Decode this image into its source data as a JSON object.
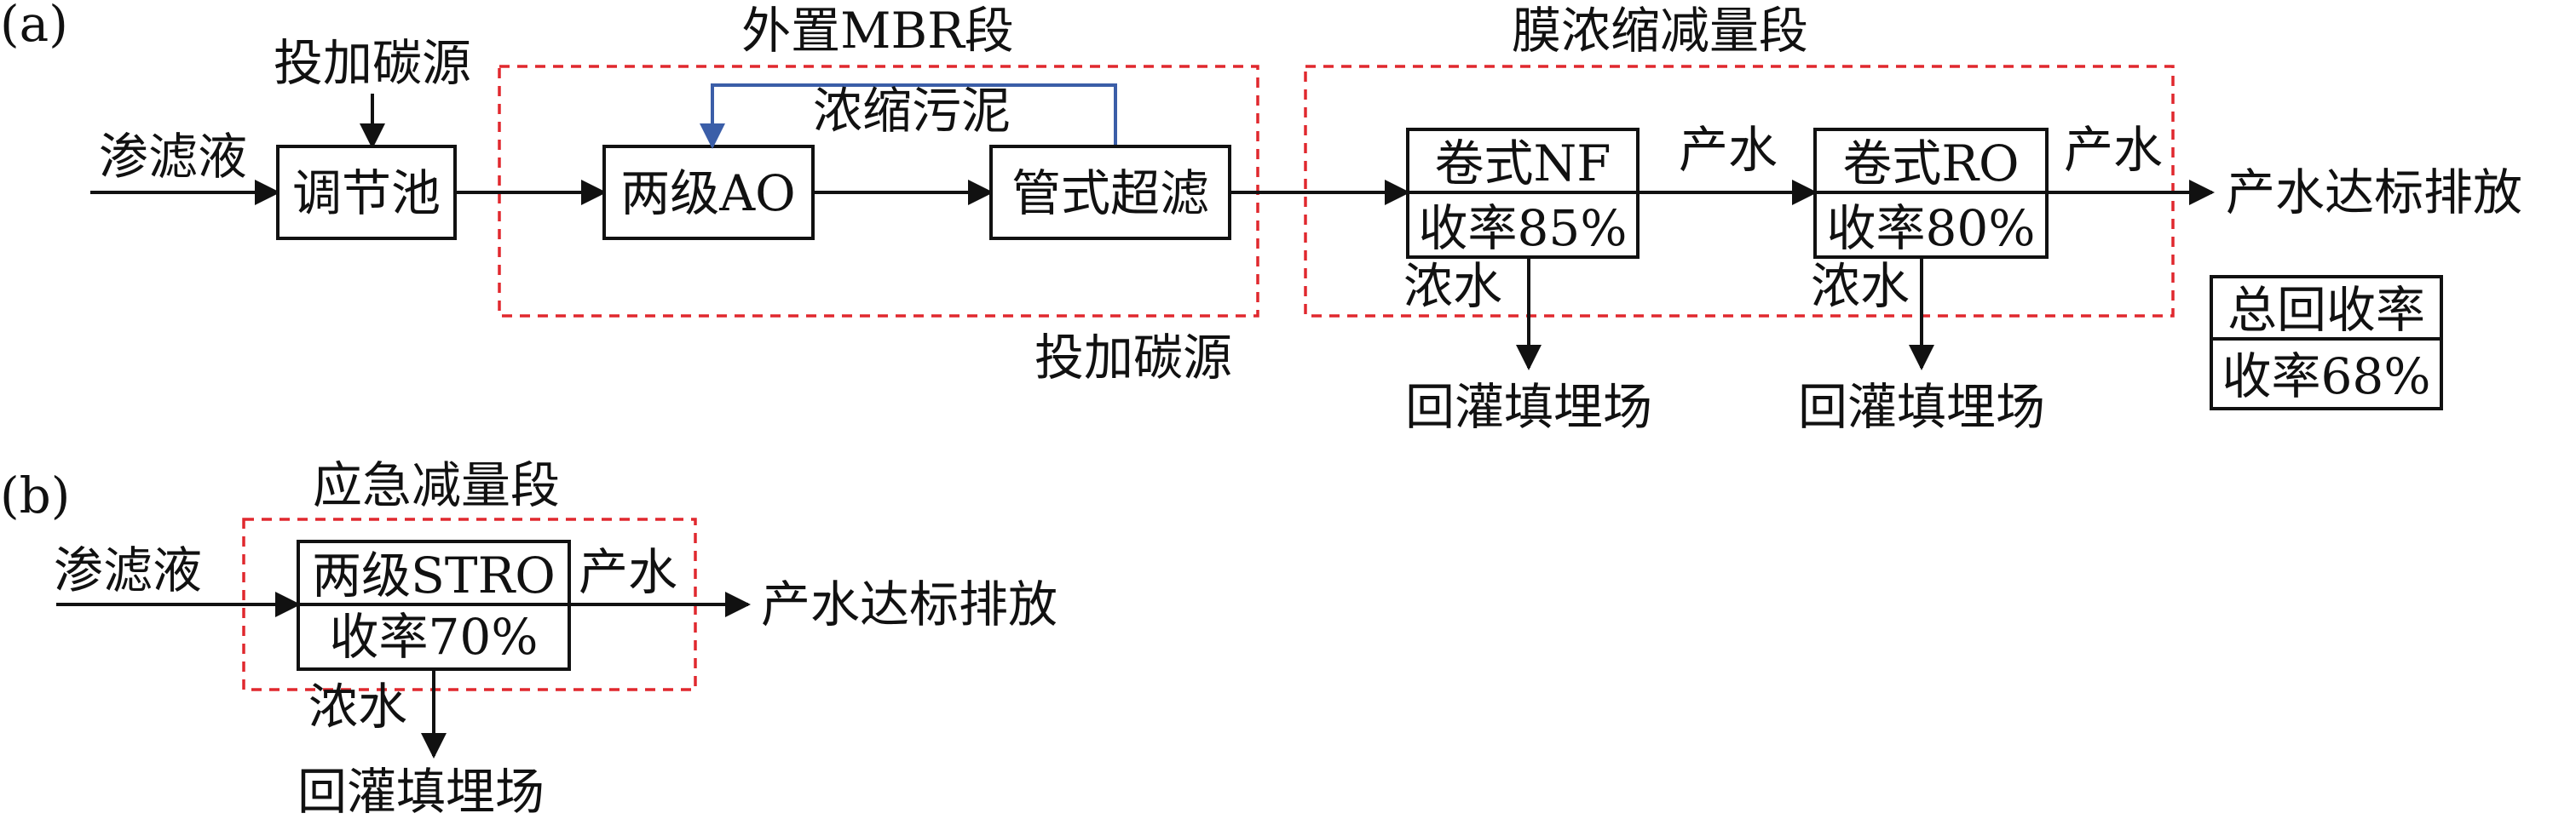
{
  "panel_a": {
    "label": "(a)",
    "input": "渗滤液",
    "carbon_top": "投加碳源",
    "tank": "调节池",
    "mbr_title": "外置MBR段",
    "ao": "两级AO",
    "recycle": "浓缩污泥",
    "uf": "管式超滤",
    "carbon_bottom": "投加碳源",
    "membrane_title": "膜浓缩减量段",
    "nf_name": "卷式NF",
    "nf_rate": "收率85%",
    "nf_product": "产水",
    "nf_conc": "浓水",
    "nf_dest": "回灌填埋场",
    "ro_name": "卷式RO",
    "ro_rate": "收率80%",
    "ro_product": "产水",
    "ro_conc": "浓水",
    "ro_dest": "回灌填埋场",
    "discharge": "产水达标排放",
    "total_title": "总回收率",
    "total_rate": "收率68%"
  },
  "panel_b": {
    "label": "(b)",
    "input": "渗滤液",
    "section_title": "应急减量段",
    "stro_name": "两级STRO",
    "stro_rate": "收率70%",
    "product": "产水",
    "conc": "浓水",
    "dest": "回灌填埋场",
    "discharge": "产水达标排放"
  },
  "colors": {
    "line": "#111111",
    "dashed_box": "#e0282e",
    "recycle_arrow": "#3b5ea8"
  }
}
